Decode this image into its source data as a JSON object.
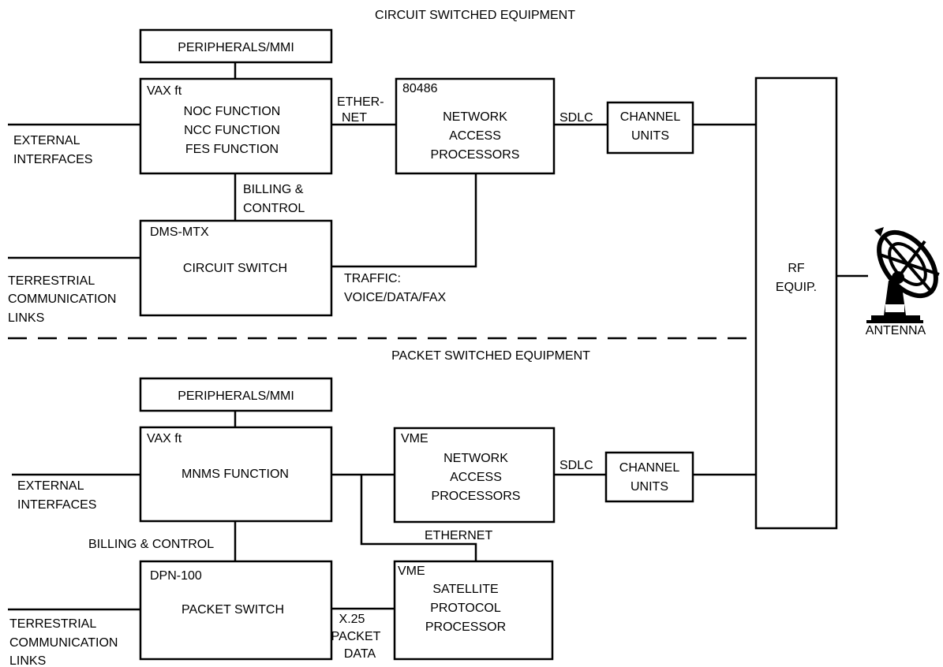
{
  "sections": {
    "circuit": "CIRCUIT SWITCHED EQUIPMENT",
    "packet": "PACKET SWITCHED EQUIPMENT"
  },
  "circuit": {
    "peripherals": "PERIPHERALS/MMI",
    "vax": {
      "tag": "VAX ft",
      "lines": [
        "NOC FUNCTION",
        "NCC FUNCTION",
        "FES FUNCTION"
      ]
    },
    "nap": {
      "tag": "80486",
      "lines": [
        "NETWORK",
        "ACCESS",
        "PROCESSORS"
      ]
    },
    "channel": [
      "CHANNEL",
      "UNITS"
    ],
    "switch": {
      "tag": "DMS-MTX",
      "label": "CIRCUIT SWITCH"
    },
    "ethernet": [
      "ETHER-",
      "NET"
    ],
    "sdlc": "SDLC",
    "billing": [
      "BILLING &",
      "CONTROL"
    ],
    "traffic": [
      "TRAFFIC:",
      "VOICE/DATA/FAX"
    ],
    "external": [
      "EXTERNAL",
      "INTERFACES"
    ],
    "terrestrial": [
      "TERRESTRIAL",
      "COMMUNICATION",
      "LINKS"
    ]
  },
  "packet": {
    "peripherals": "PERIPHERALS/MMI",
    "vax": {
      "tag": "VAX ft",
      "label": "MNMS FUNCTION"
    },
    "nap": {
      "tag": "VME",
      "lines": [
        "NETWORK",
        "ACCESS",
        "PROCESSORS"
      ]
    },
    "channel": [
      "CHANNEL",
      "UNITS"
    ],
    "switch": {
      "tag": "DPN-100",
      "label": "PACKET SWITCH"
    },
    "spp": {
      "tag": "VME",
      "lines": [
        "SATELLITE",
        "PROTOCOL",
        "PROCESSOR"
      ]
    },
    "sdlc": "SDLC",
    "ethernet": "ETHERNET",
    "billing": "BILLING & CONTROL",
    "x25": [
      "X.25",
      "PACKET",
      "DATA"
    ],
    "external": [
      "EXTERNAL",
      "INTERFACES"
    ],
    "terrestrial": [
      "TERRESTRIAL",
      "COMMUNICATION",
      "LINKS"
    ]
  },
  "rf": [
    "RF",
    "EQUIP."
  ],
  "antenna": "ANTENNA"
}
